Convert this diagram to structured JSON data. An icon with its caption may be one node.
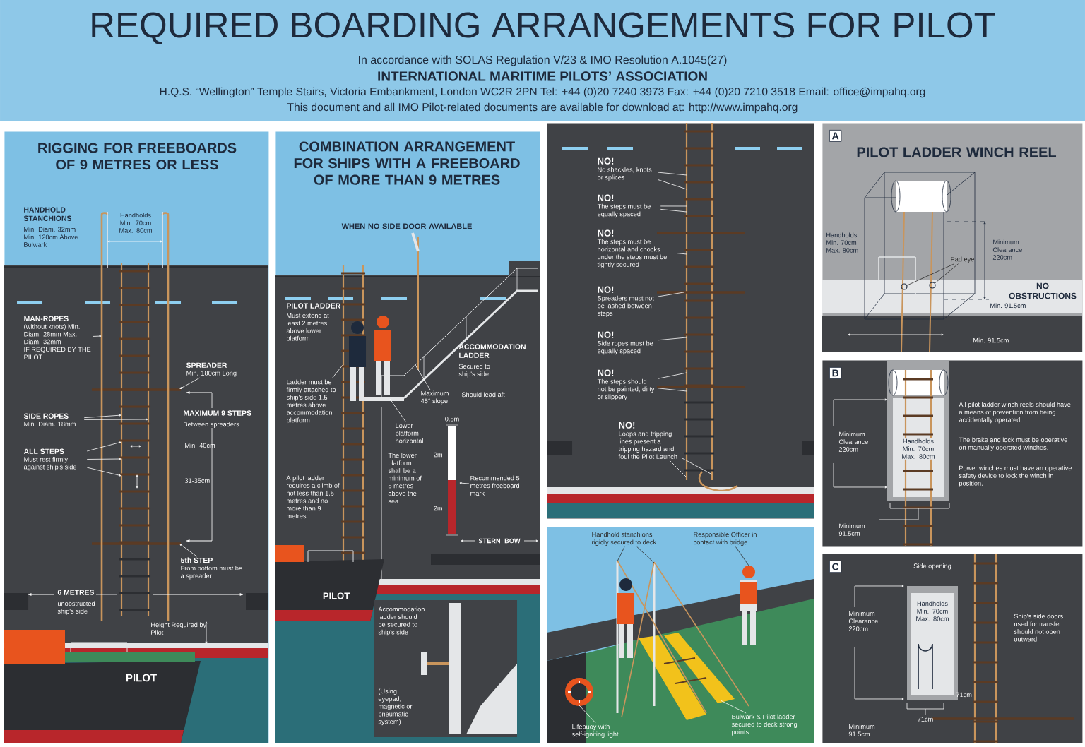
{
  "diagram": {
    "title": "REQUIRED BOARDING ARRANGEMENTS FOR PILOT",
    "nodes": [
      {
        "text": [
          "RIGGING FOR FREEBOARDS OF 9 METRES OR LESS"
        ]
      },
      {
        "text": [
          "COMBINATION ARRANGEMENT FOR SHIPS WITH A FREEBOARD OF MORE THAN 9 METRES",
          "WHEN NO SIDE DOOR AVAILABLE"
        ]
      },
      {
        "text": [],
        "shape": "box"
      },
      {
        "text": [],
        "shape": "box"
      },
      {
        "text": [
          "A",
          "PILOT LADDER WINCH REEL"
        ]
      },
      {
        "text": [
          "B"
        ]
      },
      {
        "text": [
          "C"
        ]
      },
      {
        "text": [
          "MAN-ROPES",
          "(without knots) Min. Diam. 28mm Max. Diam. 32mm",
          "IF REQUIRED BY THE PILOT"
        ],
        "in": 0
      },
      {
        "text": [
          "SPREADER",
          "Min. 180cm Long"
        ],
        "in": 0
      },
      {
        "text": [
          "SIDE ROPES",
          "Min. Diam. 18mm"
        ],
        "in": 0
      },
      {
        "text": [
          "ALL STEPS",
          "Must rest firmly against ship's side"
        ],
        "in": 0
      },
      {
        "text": [
          "5th STEP",
          "From bottom must be a spreader"
        ],
        "in": 0
      },
      {
        "text": [
          "Ladder must be firmly attached to ship's side 1.5 metres above accommodation platform"
        ],
        "in": 1
      },
      {
        "text": [
          "Maximum 45° slope"
        ],
        "in": 1
      },
      {
        "text": [
          "Lower platform horizontal"
        ],
        "in": 1
      },
      {
        "text": [
          "Recommended 5 metres freeboard mark"
        ],
        "in": 1
      },
      {
        "text": [
          "NO!",
          "No shackles, knots or splices"
        ],
        "in": 2
      },
      {
        "text": [
          "NO!",
          "The steps must be equally spaced"
        ],
        "in": 2
      },
      {
        "text": [
          "NO!",
          "The steps must be horizontal and chocks under the steps must be tightly secured"
        ],
        "in": 2
      },
      {
        "text": [
          "NO!",
          "Spreaders must not be lashed between steps"
        ],
        "in": 2
      },
      {
        "text": [
          "NO!",
          "Side ropes must be equally spaced"
        ],
        "in": 2
      },
      {
        "text": [
          "NO!",
          "The steps should not be painted, dirty or slippery"
        ],
        "in": 2
      },
      {
        "text": [
          "NO!",
          "Loops and tripping lines present a tripping hazard and foul the Pilot Launch"
        ],
        "in": 2
      },
      {
        "text": [
          "Handhold stanchions rigidly secured to deck"
        ],
        "in": 3
      },
      {
        "text": [
          "Responsible Officer in contact with bridge"
        ],
        "in": 3
      },
      {
        "text": [
          "Lifebuoy with self-igniting light"
        ],
        "in": 3
      },
      {
        "text": [
          "Bulwark & Pilot ladder secured to deck strong points"
        ],
        "in": 3
      },
      {
        "text": [
          "Pad eye"
        ],
        "in": 4
      },
      {
        "text": [],
        "shape": "circle",
        "in": 4
      },
      {
        "text": [],
        "shape": "circle",
        "in": 4
      },
      {
        "text": [],
        "shape": "picture",
        "in": 0
      },
      {
        "text": [],
        "shape": "picture",
        "in": 1
      },
      {
        "text": [],
        "shape": "picture",
        "in": 1
      },
      {
        "text": [],
        "shape": "picture",
        "in": 2
      },
      {
        "text": [],
        "shape": "picture",
        "in": 3
      },
      {
        "text": [],
        "shape": "circle",
        "in": 3
      },
      {
        "text": [],
        "shape": "person",
        "in": 3
      }
    ],
    "edges": [
      {
        "from": 7,
        "to": 30,
        "arrow": "to"
      },
      {
        "from": 8,
        "to": 30,
        "arrow": "to"
      },
      {
        "from": 9,
        "to": 30,
        "arrow": "to"
      },
      {
        "from": 9,
        "to": 30,
        "arrow": "to"
      },
      {
        "from": 10,
        "to": 30,
        "arrow": "to"
      },
      {
        "from": 10,
        "to": 30,
        "arrow": "to"
      },
      {
        "from": 10,
        "to": 30,
        "arrow": "to"
      },
      {
        "from": 11,
        "to": 30,
        "arrow": "to"
      },
      {
        "from": 12,
        "to": 31,
        "arrow": "none"
      },
      {
        "from": 13,
        "to": 32,
        "arrow": "none"
      },
      {
        "from": 14,
        "to": 32,
        "arrow": "none"
      },
      {
        "from": 15,
        "to": null,
        "arrow": "to"
      },
      {
        "from": 16,
        "to": 33,
        "arrow": "none"
      },
      {
        "from": 16,
        "to": 33,
        "arrow": "none"
      },
      {
        "from": 17,
        "to": 33,
        "arrow": "none"
      },
      {
        "from": 17,
        "to": 33,
        "arrow": "none"
      },
      {
        "from": 18,
        "to": 33,
        "arrow": "none"
      },
      {
        "from": 19,
        "to": 33,
        "arrow": "none"
      },
      {
        "from": 20,
        "to": 33,
        "arrow": "none"
      },
      {
        "from": 21,
        "to": 33,
        "arrow": "none"
      },
      {
        "from": 21,
        "to": 33,
        "arrow": "none"
      },
      {
        "from": 22,
        "to": 33,
        "arrow": "none"
      },
      {
        "from": 22,
        "to": 33,
        "arrow": "none"
      },
      {
        "from": 23,
        "to": 34,
        "arrow": "none",
        "color": "#2b2b2b"
      },
      {
        "from": 23,
        "to": 34,
        "arrow": "none",
        "color": "#2b2b2b"
      },
      {
        "from": 24,
        "to": 36,
        "arrow": "none",
        "color": "#2b2b2b"
      },
      {
        "from": 25,
        "to": 35,
        "arrow": "none"
      },
      {
        "from": 26,
        "to": 34,
        "arrow": "none"
      },
      {
        "from": 27,
        "to": 28,
        "arrow": "none",
        "color": "#2b2b2b"
      },
      {
        "from": 27,
        "to": 29,
        "arrow": "none",
        "color": "#2b2b2b"
      }
    ],
    "labels": [
      "In accordance with SOLAS Regulation V/23 & IMO Resolution A.1045(27)",
      "INTERNATIONAL MARITIME PILOTS’ ASSOCIATION",
      "H.Q.S. “Wellington” Temple Stairs, Victoria Embankment, London WC2R 2PN Tel: +44 (0)20 7240 3973 Fax: +44 (0)20 7210 3518 Email: office@impahq.org",
      "This document and all IMO Pilot-related documents are available for download at: http://www.impahq.org",
      "HANDHOLD STANCHIONS",
      "Min. Diam. 32mm Min. 120cm Above Bulwark",
      "Handholds Min. 70cm Max. 80cm",
      "MAXIMUM 9 STEPS",
      "Between spreaders",
      "Min. 40cm",
      "31-35cm",
      "6 METRES",
      "unobstructed ship's side",
      "Height Required by Pilot",
      "PILOT",
      "PILOT LADDER",
      "Must extend at least 2 metres above lower platform",
      "ACCOMMODATION LADDER",
      "Secured to ship's side",
      "Should lead aft",
      "The lower platform shall be a minimum of 5 metres above the sea",
      "0.5m",
      "2m",
      "2m",
      "STERN",
      "BOW",
      "A pilot ladder requires a climb of not less than 1.5 metres and no more than 9 metres",
      "PILOT",
      "Accommodation ladder should be secured to ship's side",
      "(Using eyepad, magnetic or pneumatic system)",
      "Handholds Min. 70cm Max. 80cm",
      "Minimum Clearance 220cm",
      "NO OBSTRUCTIONS",
      "Min. 91.5cm",
      "Min. 91.5cm",
      "Minimum Clearance 220cm",
      "Handholds Min. 70cm Max. 80cm",
      "Minimum 91.5cm",
      "All pilot ladder winch reels should have a means of prevention from being accidentally operated.",
      "The brake and lock must be operative on manually operated winches.",
      "Power winches must have an operative safety device to lock the winch in position.",
      "Side opening",
      "Minimum Clearance 220cm",
      "Handholds Min. 70cm Max. 80cm",
      "Ship's side doors used for transfer should not open outward",
      "71cm",
      "71cm",
      "Minimum 91.5cm"
    ]
  }
}
